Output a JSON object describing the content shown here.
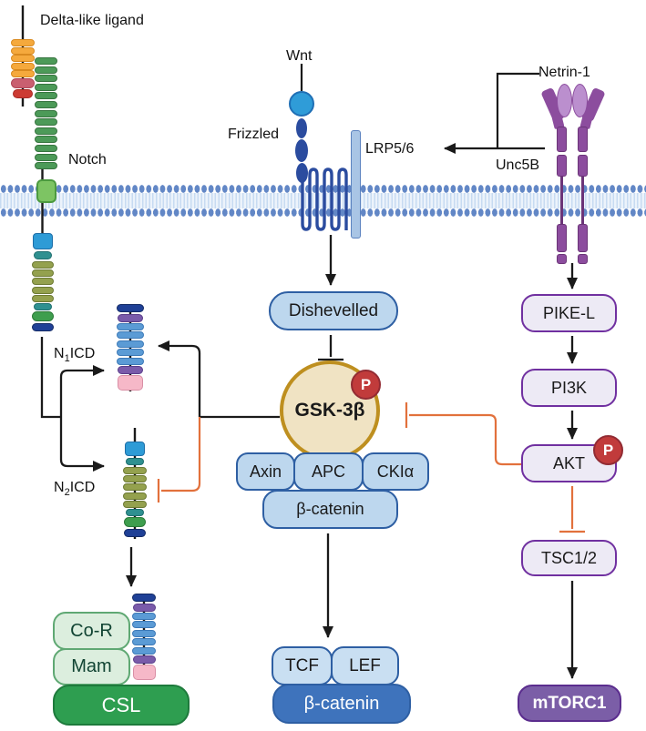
{
  "labels": {
    "delta": "Delta-like ligand",
    "notch": "Notch",
    "wnt": "Wnt",
    "frizzled": "Frizzled",
    "lrp": "LRP5/6",
    "netrin": "Netrin-1",
    "unc5b": "Unc5B",
    "n1icd": {
      "pre": "N",
      "sub": "1",
      "post": "ICD"
    },
    "n2icd": {
      "pre": "N",
      "sub": "2",
      "post": "ICD"
    }
  },
  "nodes": {
    "dishevelled": "Dishevelled",
    "gsk": "GSK-3β",
    "axin": "Axin",
    "apc": "APC",
    "ckia": "CKIα",
    "bcatenin_complex": "β-catenin",
    "tcf": "TCF",
    "lef": "LEF",
    "bcatenin_nuclear": "β-catenin",
    "pikel": "PIKE-L",
    "pi3k": "PI3K",
    "akt": "AKT",
    "tsc": "TSC1/2",
    "mtorc1": "mTORC1",
    "cor": "Co-R",
    "mam": "Mam",
    "csl": "CSL",
    "phospho": "P"
  },
  "colors": {
    "membrane_head": "#6287C6",
    "blue_box_fill": "#BDD7EE",
    "blue_box_border": "#2E5FA3",
    "tcf_fill": "#C9DFF2",
    "mid_blue": "#3E73BC",
    "tan_fill": "#F0E3C3",
    "gold_border": "#BE8F1F",
    "purple_box_fill": "#EDEAF5",
    "purple_border": "#7030A0",
    "purple_fill": "#7B5EA7",
    "purple_dark": "#8C4D9E",
    "purple_deep": "#6B3478",
    "purple_light": "#BB8FCE",
    "pale_green_fill": "#DCEEDE",
    "green_border": "#5FA873",
    "csl_green": "#2E9E50",
    "light_green_tm": "#7DC463",
    "wnt_blue": "#2F9CD8",
    "frizzled_blue": "#2B4C9F",
    "lrp_fill": "#A9C5E5",
    "lrp_border": "#5C83C0",
    "p_badge_fill": "#C13B3B",
    "inhibit_orange": "#E2713C",
    "arrow_black": "#1A1A1A"
  },
  "structures": {
    "dll": [
      {
        "shape": "pill",
        "c": "#F5A93D",
        "b": "#D98A1F",
        "w": 26,
        "h": 8,
        "count": 5,
        "gap": 0.6
      },
      {
        "shape": "pill",
        "c": "#C95F70",
        "b": "#B04658",
        "w": 26,
        "h": 11,
        "count": 1,
        "gap": 1.5
      },
      {
        "shape": "pill",
        "c": "#CC3B33",
        "b": "#A82A24",
        "w": 22,
        "h": 10,
        "count": 1,
        "gap": 1.5
      }
    ],
    "notch_ecd": [
      {
        "shape": "pill",
        "c": "#4C9A58",
        "b": "#37743F",
        "w": 25,
        "h": 8,
        "count": 13,
        "gap": 1.6
      }
    ],
    "notch_tail": [
      {
        "shape": "rect",
        "c": "#2E9BD6",
        "b": "#1F6FA8",
        "w": 22,
        "h": 18,
        "r": 4,
        "count": 1,
        "gap": 2
      },
      {
        "shape": "pill",
        "c": "#2F9090",
        "b": "#1F6F6F",
        "w": 20,
        "h": 9,
        "count": 1,
        "gap": 2
      },
      {
        "shape": "pill",
        "c": "#94A14E",
        "b": "#6D7A34",
        "w": 24,
        "h": 8,
        "count": 5,
        "gap": 1.2
      },
      {
        "shape": "pill",
        "c": "#2F9090",
        "b": "#1F6F6F",
        "w": 20,
        "h": 8,
        "count": 1,
        "gap": 1.5
      },
      {
        "shape": "pill",
        "c": "#3E9E4E",
        "b": "#2C7A38",
        "w": 24,
        "h": 11,
        "count": 1,
        "gap": 1.5
      },
      {
        "shape": "pill",
        "c": "#1F4096",
        "b": "#142B66",
        "w": 24,
        "h": 9,
        "count": 1,
        "gap": 1.5
      }
    ],
    "n1icd": [
      {
        "shape": "pill",
        "c": "#1F4096",
        "b": "#142B66",
        "w": 30,
        "h": 9,
        "count": 1,
        "gap": 1.5
      },
      {
        "shape": "pill",
        "c": "#7A5BAA",
        "b": "#5B3E8A",
        "w": 28,
        "h": 9,
        "count": 1,
        "gap": 1.5
      },
      {
        "shape": "pill",
        "c": "#5B9BD5",
        "b": "#3D7AB8",
        "w": 30,
        "h": 8,
        "count": 5,
        "gap": 1.4
      },
      {
        "shape": "pill",
        "c": "#7A5BAA",
        "b": "#5B3E8A",
        "w": 28,
        "h": 9,
        "count": 1,
        "gap": 1.5
      },
      {
        "shape": "rect",
        "c": "#F6B8C8",
        "b": "#D98FA5",
        "w": 28,
        "h": 17,
        "r": 5,
        "count": 1,
        "gap": 1
      }
    ],
    "n2icd": [
      {
        "shape": "rect",
        "c": "#2E9BD6",
        "b": "#1F6FA8",
        "w": 22,
        "h": 16,
        "r": 4,
        "count": 1,
        "gap": 2
      },
      {
        "shape": "pill",
        "c": "#2F9090",
        "b": "#1F6F6F",
        "w": 20,
        "h": 8,
        "count": 1,
        "gap": 2
      },
      {
        "shape": "pill",
        "c": "#94A14E",
        "b": "#6D7A34",
        "w": 26,
        "h": 8,
        "count": 5,
        "gap": 1.2
      },
      {
        "shape": "pill",
        "c": "#2F9090",
        "b": "#1F6F6F",
        "w": 20,
        "h": 8,
        "count": 1,
        "gap": 1.5
      },
      {
        "shape": "pill",
        "c": "#3E9E4E",
        "b": "#2C7A38",
        "w": 24,
        "h": 11,
        "count": 1,
        "gap": 1.5
      },
      {
        "shape": "pill",
        "c": "#1F4096",
        "b": "#142B66",
        "w": 24,
        "h": 9,
        "count": 1,
        "gap": 1.5
      }
    ],
    "csl_nicd": [
      {
        "shape": "pill",
        "c": "#1F4096",
        "b": "#142B66",
        "w": 26,
        "h": 9,
        "count": 1,
        "gap": 1.5
      },
      {
        "shape": "pill",
        "c": "#7A5BAA",
        "b": "#5B3E8A",
        "w": 25,
        "h": 9,
        "count": 1,
        "gap": 1.5
      },
      {
        "shape": "pill",
        "c": "#5B9BD5",
        "b": "#3D7AB8",
        "w": 26,
        "h": 8,
        "count": 5,
        "gap": 1.4
      },
      {
        "shape": "pill",
        "c": "#7A5BAA",
        "b": "#5B3E8A",
        "w": 25,
        "h": 9,
        "count": 1,
        "gap": 1.5
      },
      {
        "shape": "rect",
        "c": "#F6B8C8",
        "b": "#D98FA5",
        "w": 25,
        "h": 17,
        "r": 5,
        "count": 1,
        "gap": 1
      }
    ]
  }
}
